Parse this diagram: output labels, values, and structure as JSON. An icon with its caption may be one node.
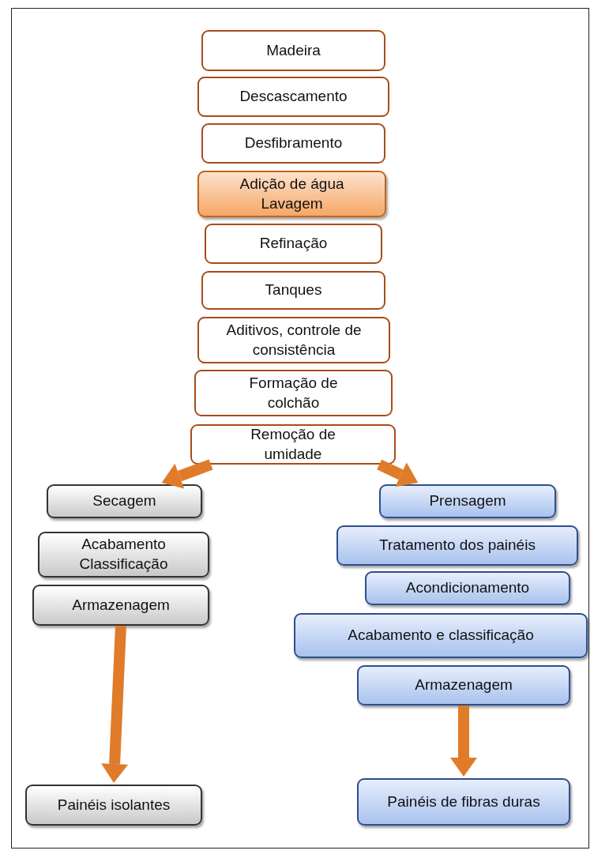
{
  "diagram": {
    "nodes": [
      {
        "text": [
          "Madeira"
        ]
      },
      {
        "text": [
          "Descascamento"
        ]
      },
      {
        "text": [
          "Desfibramento"
        ]
      },
      {
        "text": [
          "Adição de água Lavagem"
        ]
      },
      {
        "text": [
          "Refinação"
        ]
      },
      {
        "text": [
          "Tanques"
        ]
      },
      {
        "text": [
          "Aditivos, controle de consistência"
        ]
      },
      {
        "text": [
          "Formação de colchão"
        ]
      },
      {
        "text": [
          "Remoção de umidade"
        ]
      },
      {
        "text": [
          "Secagem"
        ]
      },
      {
        "text": [
          "Acabamento Classificação"
        ]
      },
      {
        "text": [
          "Armazenagem"
        ]
      },
      {
        "text": [
          "Prensagem"
        ]
      },
      {
        "text": [
          "Tratamento dos painéis"
        ]
      },
      {
        "text": [
          "Acondicionamento"
        ]
      },
      {
        "text": [
          "Acabamento e classificação"
        ]
      },
      {
        "text": [
          "Armazenagem"
        ]
      },
      {
        "text": [
          "Painéis isolantes"
        ]
      },
      {
        "text": [
          "Painéis de fibras duras"
        ]
      }
    ],
    "edges": [
      {
        "from": 8,
        "to": 9,
        "arrow": "to"
      },
      {
        "from": 8,
        "to": 12,
        "arrow": "to"
      },
      {
        "from": 11,
        "to": 17,
        "arrow": "to"
      },
      {
        "from": 16,
        "to": 18,
        "arrow": "to"
      }
    ]
  }
}
